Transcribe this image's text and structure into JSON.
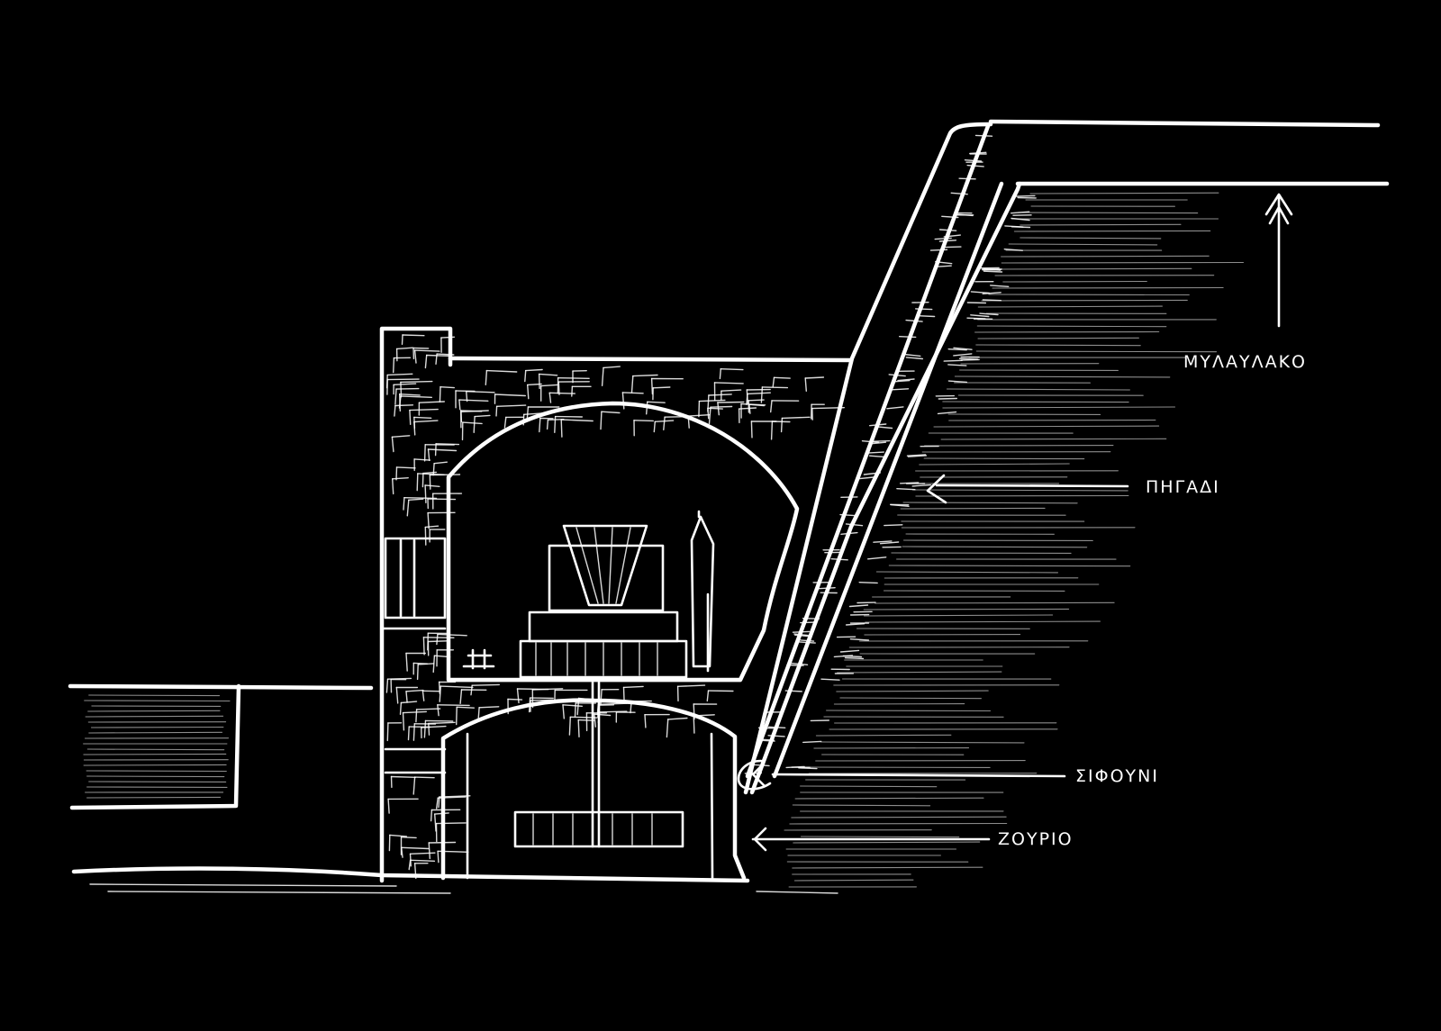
{
  "labels": {
    "mylaulako": "ΜΥΛΑΥΛΑΚΟ",
    "pigadi": "ΠΗΓΑΔΙ",
    "sifouni": "ΣΙΦΟΥΝΙ",
    "zourio": "ΖΟΥΡΙΟ"
  },
  "colors": {
    "background": "#000000",
    "ink": "#ffffff"
  }
}
